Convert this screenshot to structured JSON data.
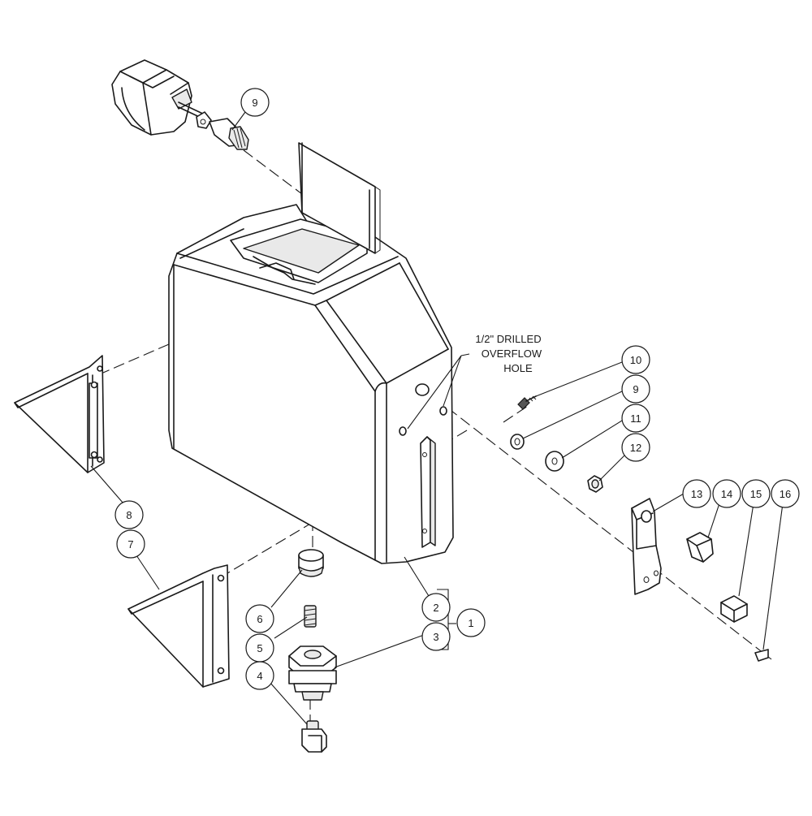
{
  "note": {
    "lines": [
      "1/2\" DRILLED",
      "OVERFLOW",
      "HOLE"
    ]
  },
  "callouts": {
    "c1": "1",
    "c2": "2",
    "c3": "3",
    "c4": "4",
    "c5": "5",
    "c6": "6",
    "c7": "7",
    "c8": "8",
    "c9_top": "9",
    "c9_right": "9",
    "c10": "10",
    "c11": "11",
    "c12": "12",
    "c13": "13",
    "c14": "14",
    "c15": "15",
    "c16": "16"
  }
}
